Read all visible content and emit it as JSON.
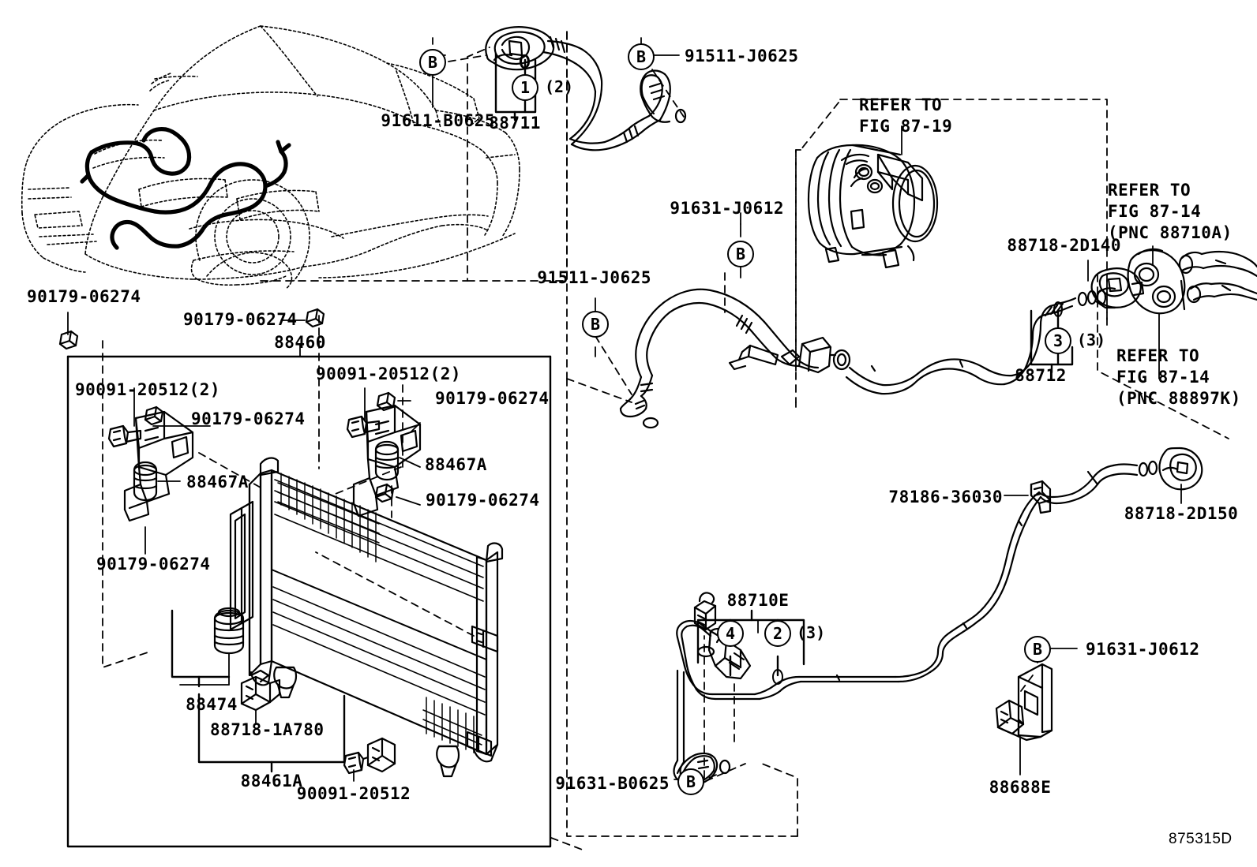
{
  "diagram": {
    "title": "Toyota A/C Piping Parts Diagram",
    "figure_code": "875315D"
  },
  "callouts": {
    "c91611_b0625": "91611-B0625",
    "c88711": "88711",
    "c91511_j0625_top": "91511-J0625",
    "refer_8719": "REFER TO\nFIG 87-19",
    "c91631_j0612_mid": "91631-J0612",
    "c91511_j0625_mid": "91511-J0625",
    "refer_8714_88710a": "REFER TO\nFIG 87-14\n(PNC 88710A)",
    "c88718_2d140": "88718-2D140",
    "c88712": "88712",
    "refer_8714_88897k": "REFER TO\nFIG 87-14\n(PNC 88897K)",
    "c78186_36030": "78186-36030",
    "c88718_2d150": "88718-2D150",
    "c90179_06274_a": "90179-06274",
    "c90179_06274_b": "90179-06274",
    "c88460": "88460",
    "c90091_20512_2_left": "90091-20512(2)",
    "c90091_20512_2_right": "90091-20512(2)",
    "c90179_06274_c": "90179-06274",
    "c90179_06274_d": "90179-06274",
    "c88467a_left": "88467A",
    "c88467a_right": "88467A",
    "c90179_06274_e": "90179-06274",
    "c90179_06274_f": "90179-06274",
    "c88474": "88474",
    "c88718_1a780": "88718-1A780",
    "c88461a": "88461A",
    "c90091_20512": "90091-20512",
    "c88710e": "88710E",
    "c91631_b0625": "91631-B0625",
    "c91631_j0612_low": "91631-J0612",
    "c88688e": "88688E"
  },
  "balloons": {
    "b_letter": "B",
    "n1": "1",
    "n2": "2",
    "n3": "3",
    "n4": "4",
    "q2": "(2)",
    "q3a": "(3)",
    "q3b": "(3)"
  },
  "colors": {
    "line": "#000000",
    "background": "#ffffff"
  }
}
